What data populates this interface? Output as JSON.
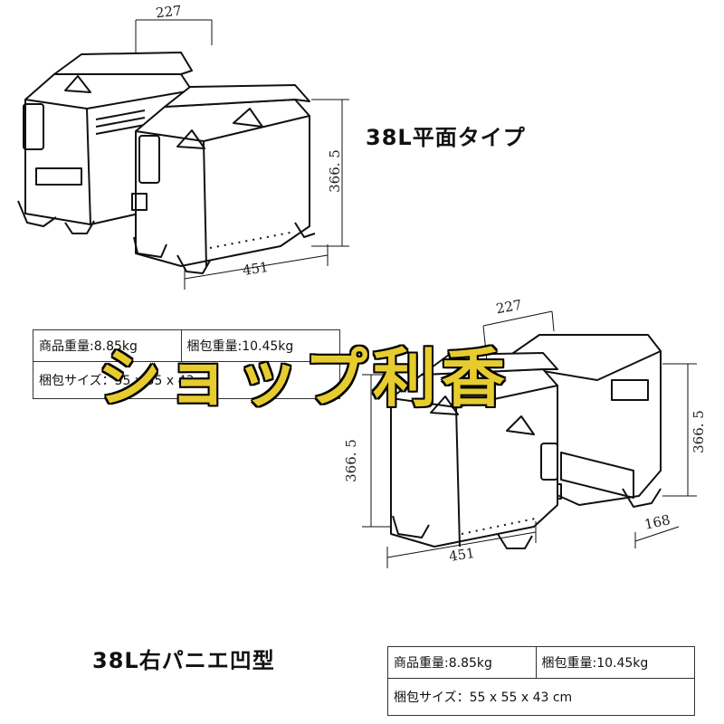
{
  "top": {
    "title": "38L平面タイプ",
    "dim_depth": "227",
    "dim_height": "366. 5",
    "dim_width": "451"
  },
  "bottom": {
    "title": "38L右パニエ凹型",
    "dim_depth": "227",
    "dim_height_left": "366. 5",
    "dim_height_right": "366. 5",
    "dim_width": "451",
    "dim_recess": "168"
  },
  "spec_table_1": {
    "product_weight": "商品重量:8.85kg",
    "package_weight": "梱包重量:10.45kg",
    "package_size": "梱包サイズ：55 x 55 x 43 cm"
  },
  "spec_table_2": {
    "product_weight": "商品重量:8.85kg",
    "package_weight": "梱包重量:10.45kg",
    "package_size": "梱包サイズ：55 x 55 x 43 cm"
  },
  "watermark": "ショップ利香"
}
